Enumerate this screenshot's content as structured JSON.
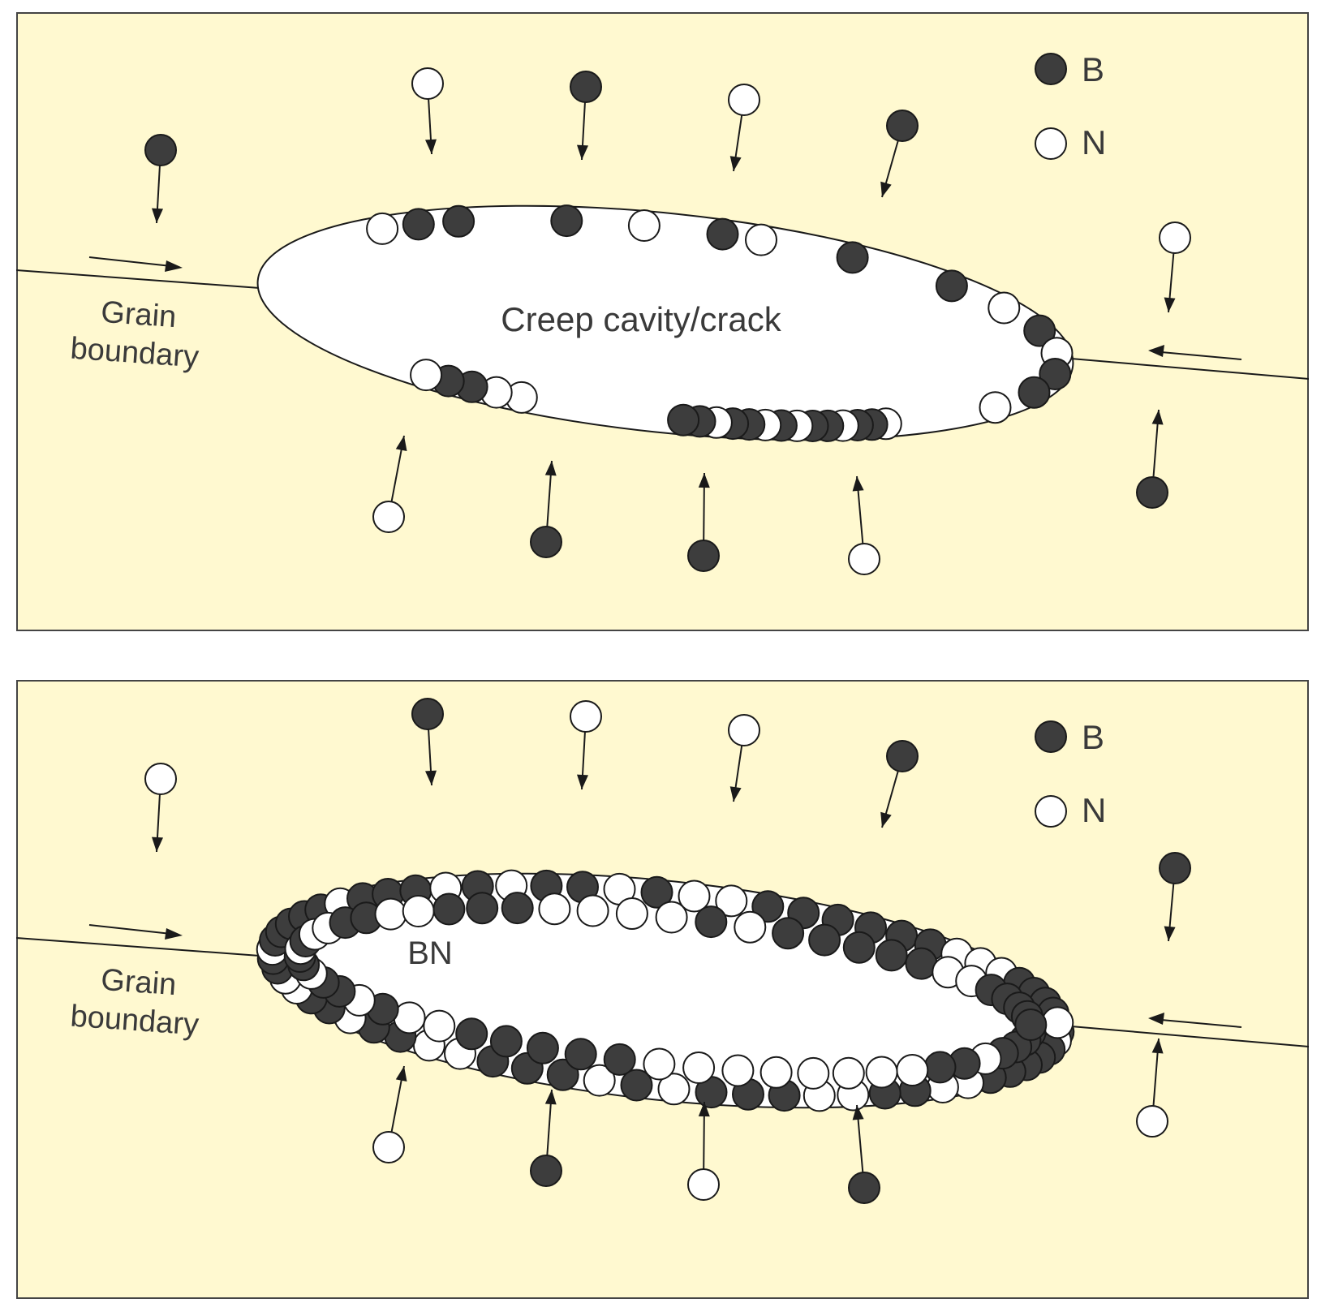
{
  "panels": [
    {
      "id": "top",
      "legend": [
        {
          "symbol": "dark-circle",
          "label": "B",
          "color": "#3d3d3d"
        },
        {
          "symbol": "white-circle",
          "label": "N",
          "color": "#ffffff"
        }
      ],
      "boundary_label_line1": "Grain",
      "boundary_label_line2": "boundary",
      "cavity_label": "Creep cavity/crack",
      "state": "separate B and N atoms segregated to cavity surface"
    },
    {
      "id": "bottom",
      "legend": [
        {
          "symbol": "dark-circle",
          "label": "B",
          "color": "#3d3d3d"
        },
        {
          "symbol": "white-circle",
          "label": "N",
          "color": "#ffffff"
        }
      ],
      "boundary_label_line1": "Grain",
      "boundary_label_line2": "boundary",
      "cavity_label": "BN",
      "state": "BN precipitate layer lining cavity surface"
    }
  ],
  "colors": {
    "matrix": "#fff9d0",
    "atom_b": "#3d3d3d",
    "atom_n": "#ffffff",
    "stroke": "#1a1a1a"
  }
}
